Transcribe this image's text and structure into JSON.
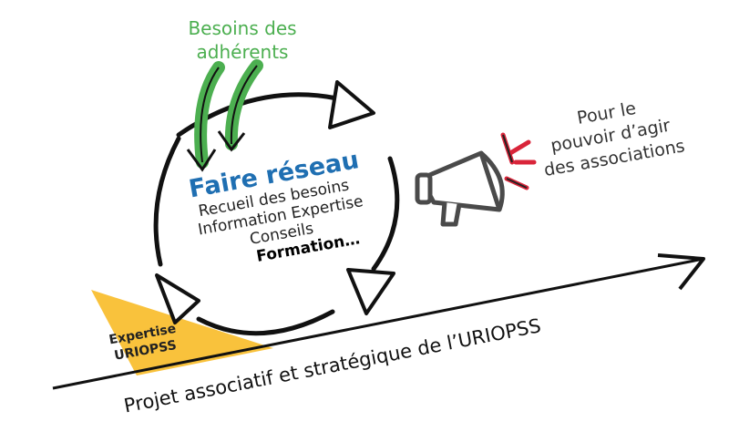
{
  "needs_label": {
    "line1": "Besoins des",
    "line2": "adhérents"
  },
  "center": {
    "title": "Faire réseau",
    "items": [
      "Recueil des besoins",
      "Information Expertise",
      "Conseils",
      "Formation…"
    ]
  },
  "power_label": {
    "line1": "Pour le",
    "line2": "pouvoir d’agir",
    "line3": "des associations"
  },
  "expertise_label": {
    "line1": "Expertise",
    "line2": "URIOPSS"
  },
  "timeline_label": "Projet associatif et stratégique de l’URIOPSS",
  "icons": [
    "megaphone-icon",
    "cycle-arrows-icon"
  ],
  "colors": {
    "green": "#4caf50",
    "blue": "#1f6fb2",
    "yellow": "#f9c23c",
    "red": "#d9253a",
    "gray": "#4a4a4a"
  }
}
